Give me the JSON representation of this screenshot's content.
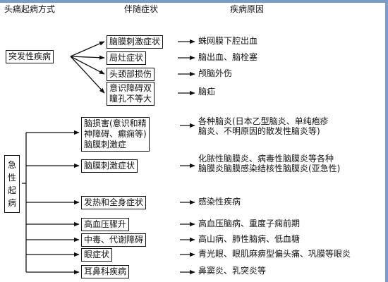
{
  "header": {
    "col1": "头痛起病方式",
    "col2": "伴随症状",
    "col3": "疾病原因"
  },
  "groups": [
    {
      "onset": "突发性疾病",
      "rows": [
        {
          "symptom": [
            "脑膜刺激症状"
          ],
          "cause": [
            "蛛网膜下腔出血"
          ]
        },
        {
          "symptom": [
            "局灶症状"
          ],
          "cause": [
            "脑出血、脑栓塞"
          ]
        },
        {
          "symptom": [
            "头颈部损伤"
          ],
          "cause": [
            "颅脑外伤"
          ]
        },
        {
          "symptom": [
            "意识障碍双",
            "瞳孔不等大"
          ],
          "cause": [
            "脑疝"
          ]
        }
      ]
    },
    {
      "onset": "急性起病",
      "rows": [
        {
          "symptom": [
            "脑损害(意识和精",
            "神障碍、癫痫等)",
            "脑膜刺激症"
          ],
          "cause": [
            "各种脑炎(日本乙型脑炎、单纯疱疹",
            "脑炎、不明原因的散发性脑炎等)"
          ]
        },
        {
          "symptom": [
            "脑膜刺激症状"
          ],
          "cause": [
            "化脓性脑膜炎、病毒性脑膜炎等各种",
            "脑膜炎脑膜感染结核性脑膜炎(亚急性)"
          ]
        },
        {
          "symptom": [
            "发热和全身症状"
          ],
          "cause": [
            "感染性疾病"
          ]
        },
        {
          "symptom": [
            "高血压骤升"
          ],
          "cause": [
            "高血压脑病、重度子痫前期"
          ]
        },
        {
          "symptom": [
            "中毒、代谢障碍"
          ],
          "cause": [
            "高山病、肺性脑病、低血糖"
          ]
        },
        {
          "symptom": [
            "眼症状"
          ],
          "cause": [
            "青光眼、眼肌麻痹型偏头痛、巩膜等眼炎"
          ]
        },
        {
          "symptom": [
            "耳鼻科疾病"
          ],
          "cause": [
            "鼻窦炎、乳突炎等"
          ]
        }
      ]
    }
  ]
}
